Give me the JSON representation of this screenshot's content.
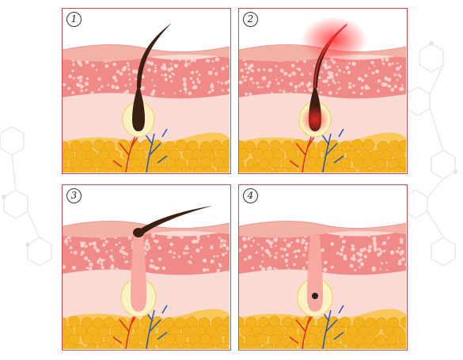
{
  "colors": {
    "border": "#d2484f",
    "epidermis": "#f3b1a8",
    "dermis_cells": "#f08a88",
    "dermis": "#fadbd3",
    "fat": "#f5b21f",
    "hair": "#3a1f12",
    "laser": "#ff2a2a",
    "artery": "#d9302a",
    "vein": "#2f5aa8"
  },
  "panels": [
    {
      "step": "1",
      "state": "hair-intact"
    },
    {
      "step": "2",
      "state": "laser-applied"
    },
    {
      "step": "3",
      "state": "hair-removed"
    },
    {
      "step": "4",
      "state": "follicle-destroyed"
    }
  ]
}
